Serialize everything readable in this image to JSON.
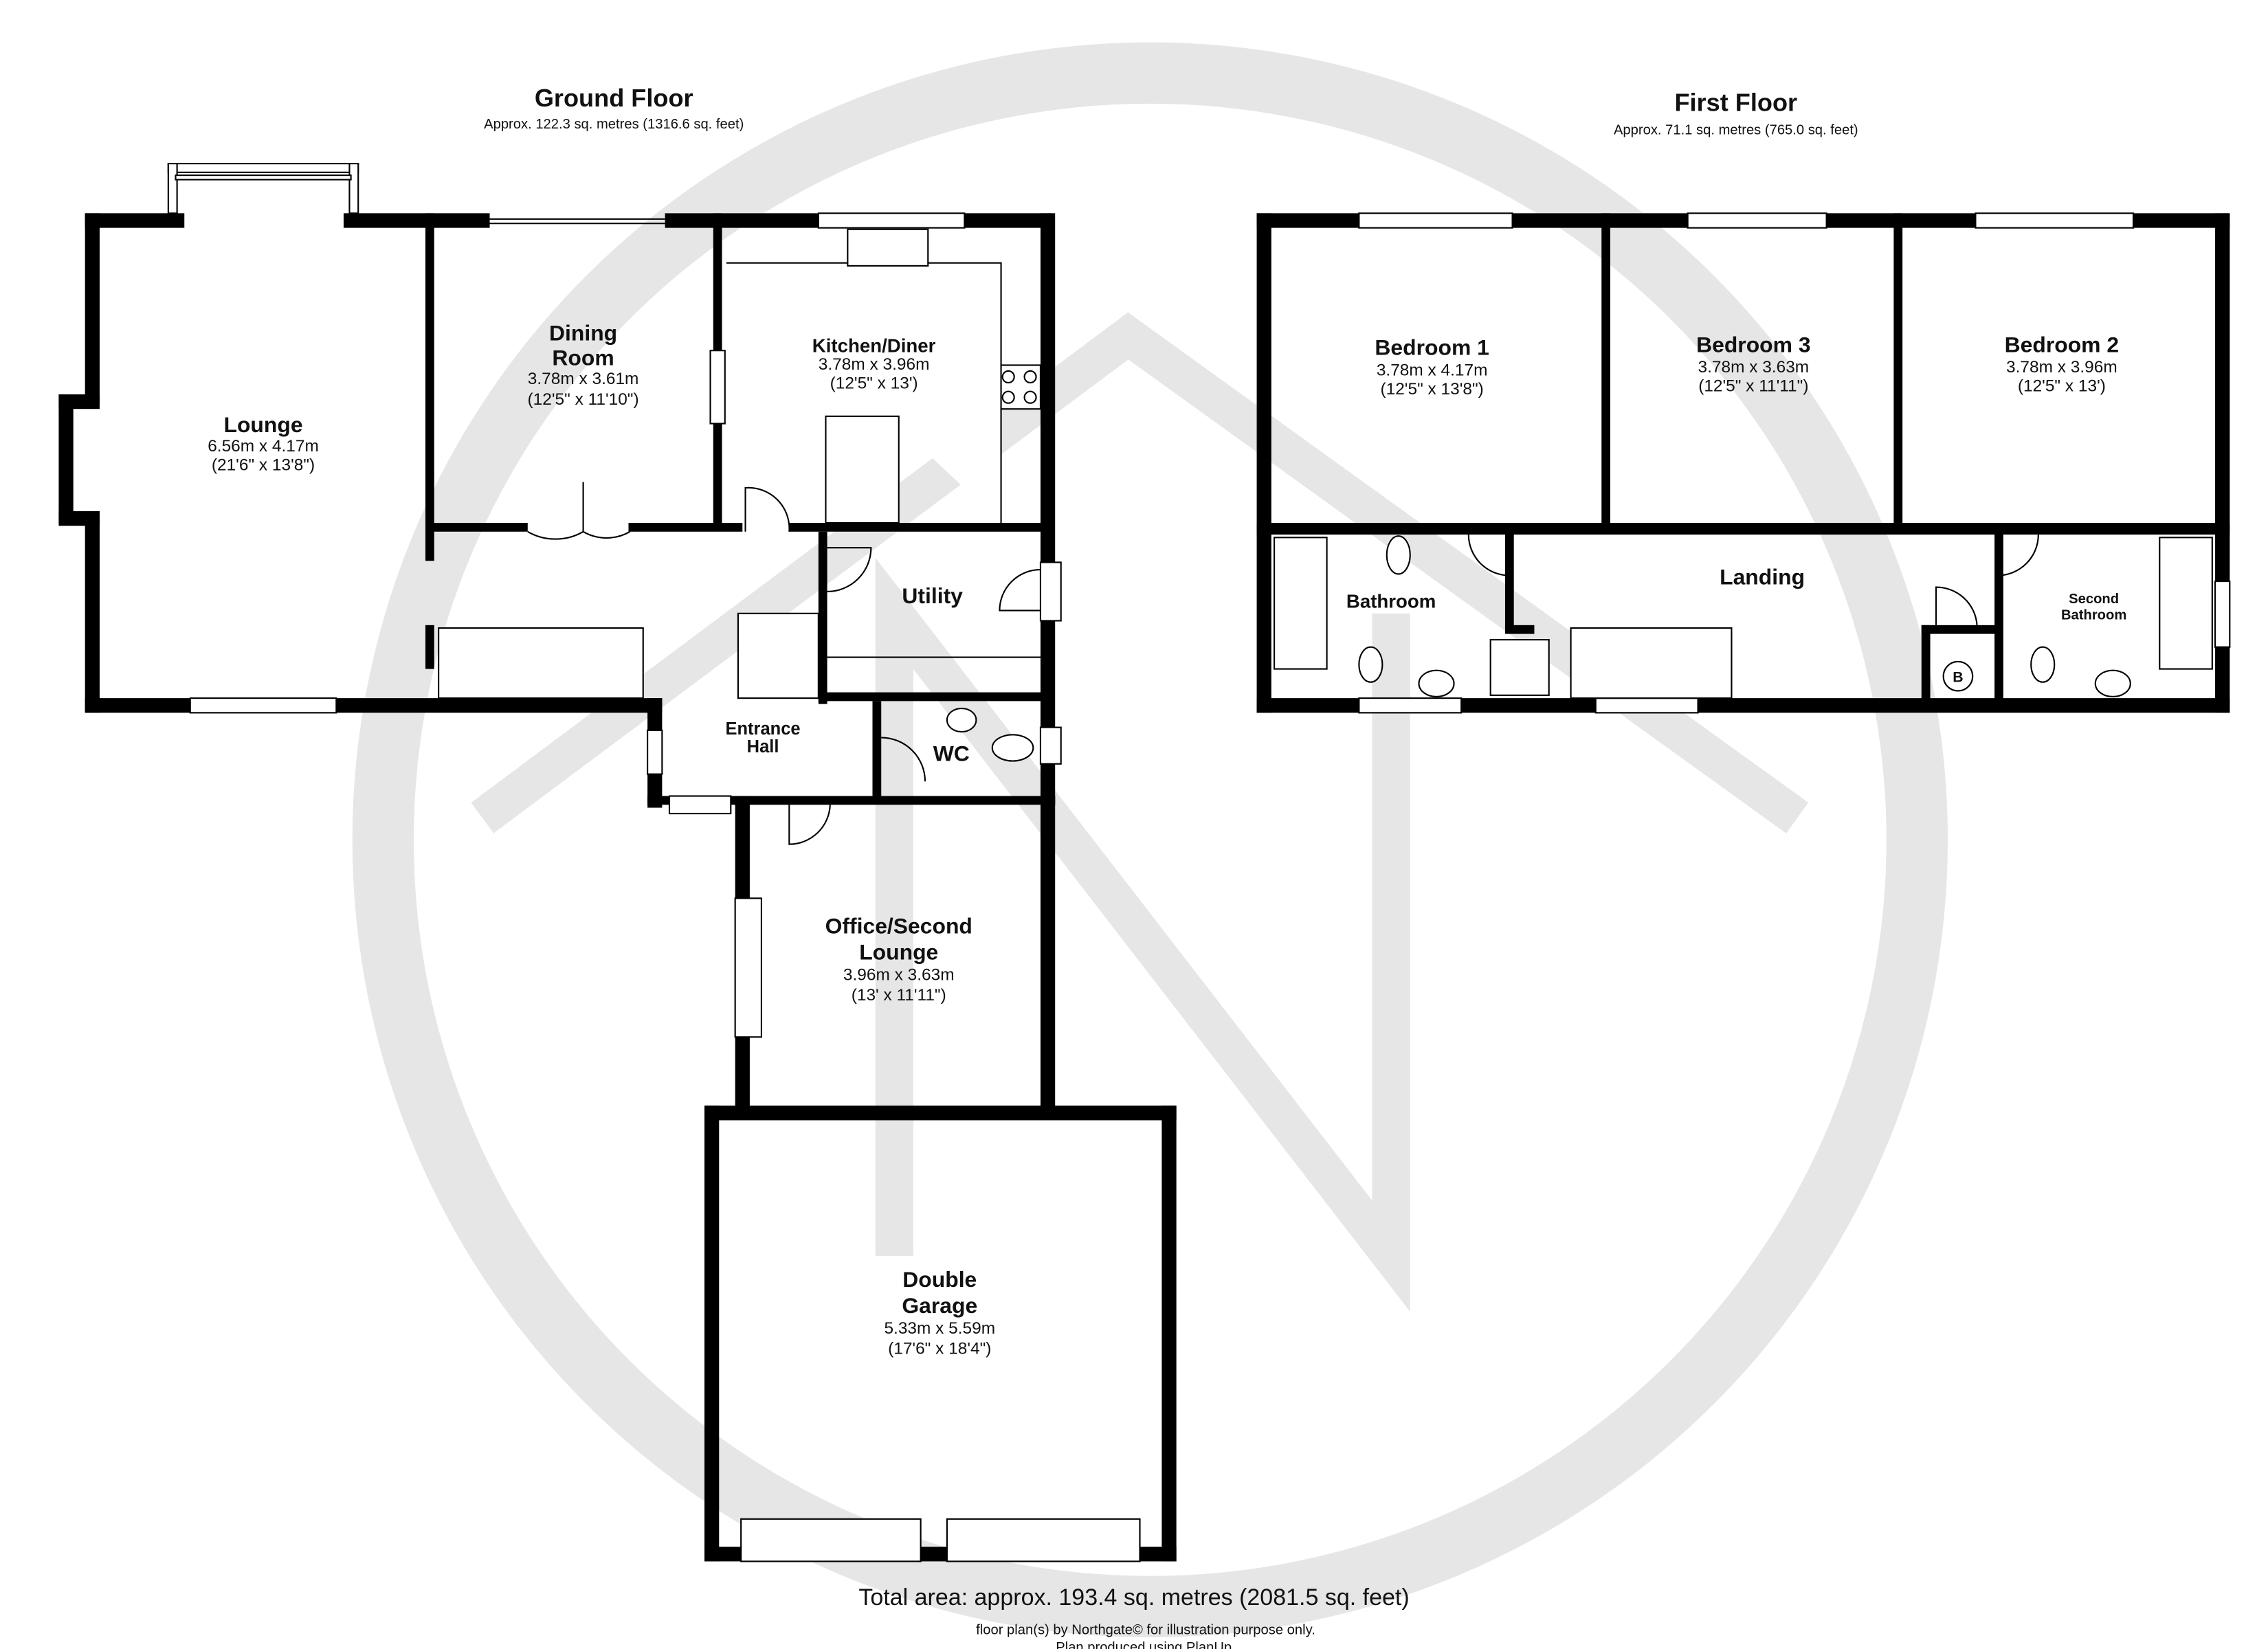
{
  "ground_floor": {
    "title": "Ground Floor",
    "area": "Approx. 122.3 sq. metres (1316.6 sq. feet)",
    "rooms": {
      "lounge": {
        "name": "Lounge",
        "metric": "6.56m x 4.17m",
        "imperial": "(21'6\" x 13'8\")"
      },
      "dining": {
        "name1": "Dining",
        "name2": "Room",
        "metric": "3.78m x 3.61m",
        "imperial": "(12'5\" x 11'10\")"
      },
      "kitchen": {
        "name": "Kitchen/Diner",
        "metric": "3.78m x 3.96m",
        "imperial": "(12'5\" x 13')"
      },
      "utility": {
        "name": "Utility"
      },
      "entrance": {
        "name1": "Entrance",
        "name2": "Hall"
      },
      "wc": {
        "name": "WC"
      },
      "office": {
        "name1": "Office/Second",
        "name2": "Lounge",
        "metric": "3.96m x 3.63m",
        "imperial": "(13' x 11'11\")"
      },
      "garage": {
        "name1": "Double",
        "name2": "Garage",
        "metric": "5.33m x 5.59m",
        "imperial": "(17'6\" x 18'4\")"
      }
    }
  },
  "first_floor": {
    "title": "First Floor",
    "area": "Approx. 71.1 sq. metres (765.0 sq. feet)",
    "rooms": {
      "bedroom1": {
        "name": "Bedroom 1",
        "metric": "3.78m x 4.17m",
        "imperial": "(12'5\" x 13'8\")"
      },
      "bedroom3": {
        "name": "Bedroom 3",
        "metric": "3.78m x 3.63m",
        "imperial": "(12'5\" x 11'11\")"
      },
      "bedroom2": {
        "name": "Bedroom 2",
        "metric": "3.78m x 3.96m",
        "imperial": "(12'5\" x 13')"
      },
      "bathroom": {
        "name": "Bathroom"
      },
      "landing": {
        "name": "Landing"
      },
      "second_bathroom": {
        "name1": "Second",
        "name2": "Bathroom"
      },
      "boiler": {
        "label": "B"
      }
    }
  },
  "footer": {
    "total": "Total area: approx. 193.4 sq. metres (2081.5 sq. feet)",
    "credit": "floor plan(s) by Northgate© for illustration purpose only.",
    "software": "Plan produced using PlanUp."
  },
  "colors": {
    "wall": "#000000",
    "watermark": "#e6e6e6"
  }
}
